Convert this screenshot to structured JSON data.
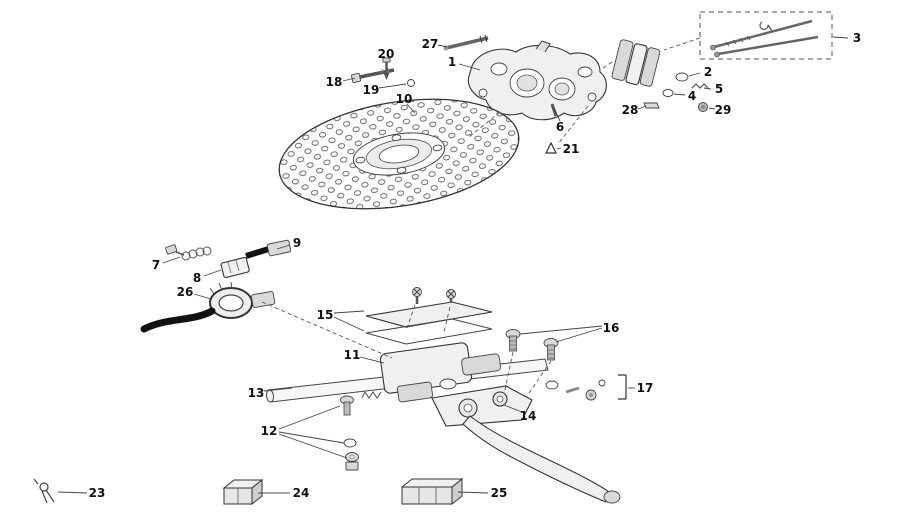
{
  "diagram": {
    "background": "#ffffff",
    "line_color": "#333333",
    "cable_color": "#111111",
    "callouts": {
      "n1": "1",
      "n2": "2",
      "n3": "3",
      "n4": "4",
      "n5": "5",
      "n6": "6",
      "n7": "7",
      "n8": "8",
      "n9": "9",
      "n10": "10",
      "n11": "11",
      "n12": "12",
      "n13": "13",
      "n14": "14",
      "n15": "15",
      "n16": "16",
      "n17": "17",
      "n18": "18",
      "n19": "19",
      "n20": "20",
      "n21": "21",
      "n23": "23",
      "n24": "24",
      "n25": "25",
      "n26": "26",
      "n27": "27",
      "n28": "28",
      "n29": "29"
    }
  }
}
